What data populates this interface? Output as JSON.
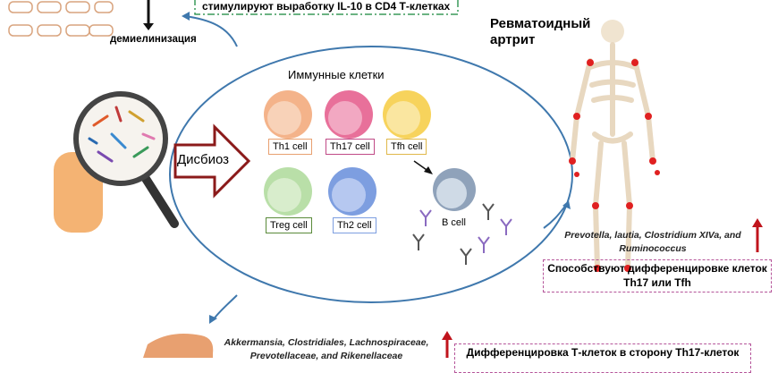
{
  "top_box": {
    "text": "стимулируют выработку IL-10 в CD4 Т-клетках"
  },
  "demyelination": "демиелинизация",
  "immune_title": "Иммунные клетки",
  "dysbiosis": "Дисбиоз",
  "cells": [
    {
      "label": "Th1 cell",
      "color": "#f4b38a",
      "border": "#e8a070"
    },
    {
      "label": "Th17 cell",
      "color": "#e8709a",
      "border": "#c04a86"
    },
    {
      "label": "Tfh cell",
      "color": "#f7d35c",
      "border": "#e0b84a"
    },
    {
      "label": "Treg cell",
      "color": "#b9dfa8",
      "border": "#5a8a3a"
    },
    {
      "label": "Th2 cell",
      "color": "#7d9ee0",
      "border": "#7d9ee0"
    },
    {
      "label": "B cell",
      "color": "#b8c6d8",
      "border": "#333333"
    }
  ],
  "ra": {
    "title_line1": "Ревматоидный",
    "title_line2": "артрит",
    "bacteria": "Prevotella, lautia, Clostridium XIVa, and Ruminococcus",
    "box": "Способствуют дифференцировке клеток Th17 или Tfh"
  },
  "bottom": {
    "bacteria_line1": "Akkermansia, Clostridiales, Lachnospiraceae,",
    "bacteria_line2": "Prevotellaceae, and Rikenellaceae",
    "box": "Дифференцировка Т-клеток в сторону Th17-клеток"
  },
  "colors": {
    "ellipse": "#3f78ad",
    "arrow_red": "#c0141c",
    "dysbiosis_arrow": "#8b1a1a"
  }
}
